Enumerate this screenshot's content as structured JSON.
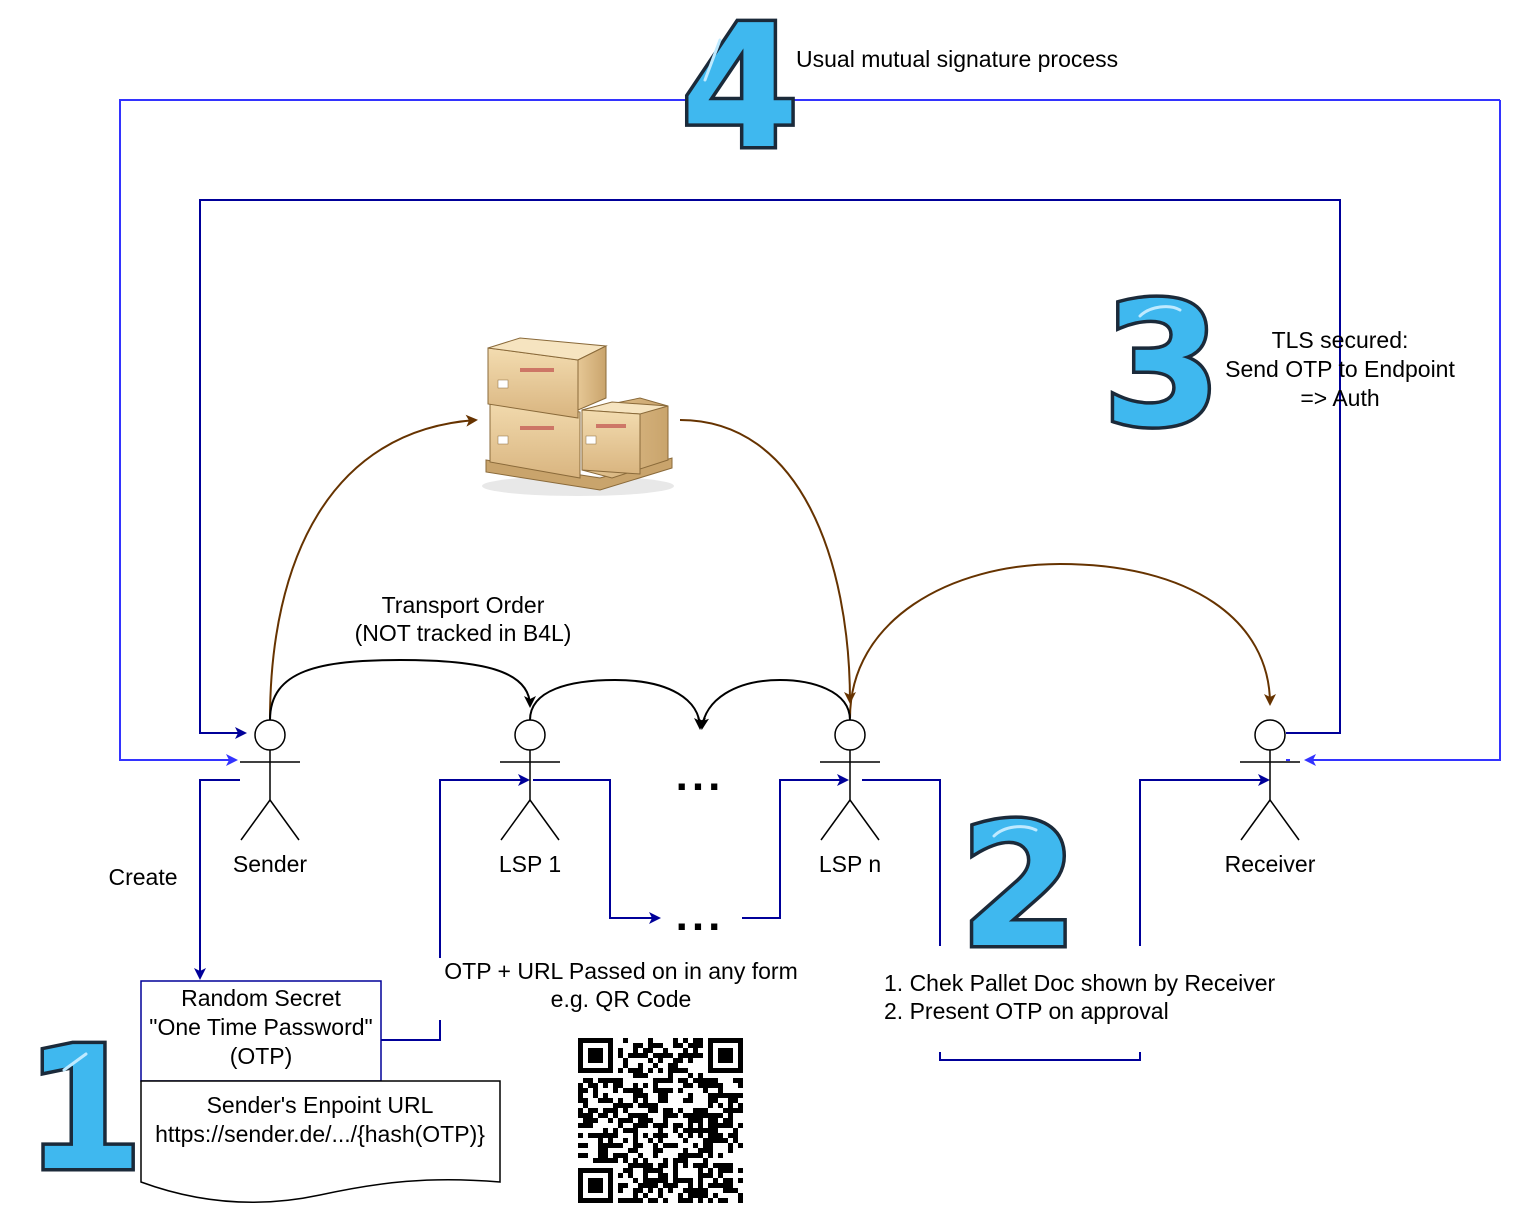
{
  "steps": {
    "step1": "1",
    "step2": "2",
    "step3": "3",
    "step4": "4"
  },
  "labels": {
    "step4_caption": "Usual mutual signature process",
    "tls_line1": "TLS secured:",
    "tls_line2": "Send OTP to Endpoint",
    "tls_line3": "=> Auth",
    "transport_line1": "Transport Order",
    "transport_line2": "(NOT tracked in B4L)",
    "create": "Create",
    "otp_pass_line1": "OTP + URL Passed on in any form",
    "otp_pass_line2": "e.g. QR Code",
    "check_line1": "1. Chek Pallet Doc shown by Receiver",
    "check_line2": "2. Present OTP on approval"
  },
  "actors": {
    "sender": "Sender",
    "lsp1": "LSP 1",
    "lspn": "LSP n",
    "receiver": "Receiver"
  },
  "ellipses": {
    "middle": "...",
    "lower": "..."
  },
  "otp_box": {
    "line1": "Random Secret",
    "line2": "\"One Time Password\"",
    "line3": "(OTP)"
  },
  "url_doc": {
    "line1": "Sender's Enpoint URL",
    "line2": "https://sender.de/.../{hash(OTP)}"
  },
  "icons": {
    "cargo": "pallet-crates-icon",
    "qr": "qr-code-icon"
  },
  "colors": {
    "dark_blue": "#000099",
    "light_blue": "#3333ff",
    "brown": "#663300",
    "number_fill": "#3fb8ef"
  }
}
